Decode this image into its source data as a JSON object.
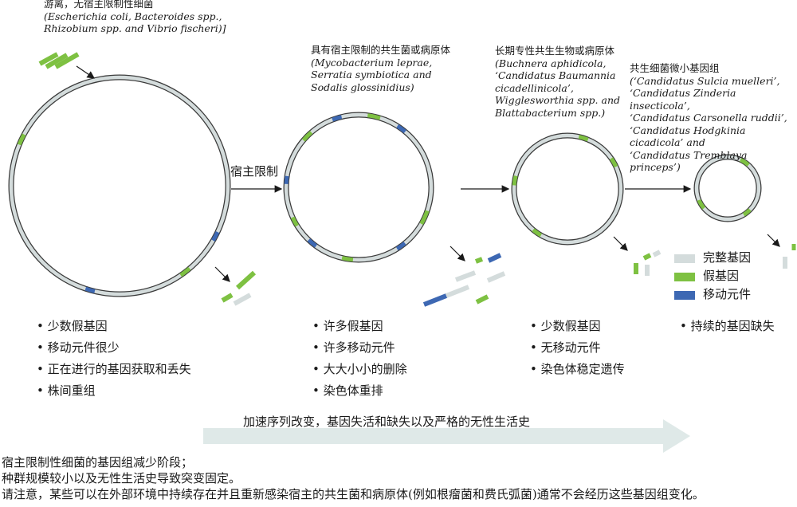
{
  "stage1": {
    "caption": [
      "游离，无宿主限制性细菌",
      "(Escherichia coli, Bacteroides spp.,",
      "Rhizobium spp. and Vibrio fischeri)]"
    ],
    "bullets": [
      "少数假基因",
      "移动元件很少",
      "正在进行的基因获取和丢失",
      "株间重组"
    ]
  },
  "arrow_label": "宿主限制",
  "stage2": {
    "caption": [
      "具有宿主限制的共生菌或病原体",
      "(Mycobacterium leprae,",
      "Serratia symbiotica and",
      "Sodalis glossinidius)"
    ],
    "bullets": [
      "许多假基因",
      "许多移动元件",
      "大大小小的删除",
      "染色体重排"
    ]
  },
  "stage3": {
    "caption": [
      "长期专性共生生物或病原体",
      "(Buchnera aphidicola,",
      "‘Candidatus Baumannia",
      "cicadellinicola’,",
      "Wigglesworthia spp. and",
      "Blattabacterium spp.)"
    ],
    "bullets": [
      "少数假基因",
      "无移动元件",
      "染色体稳定遗传"
    ]
  },
  "stage4": {
    "caption": [
      "共生细菌微小基因组",
      "(‘Candidatus Sulcia muelleri’,",
      "‘Candidatus Zinderia insecticola’,",
      "‘Candidatus Carsonella ruddii’,",
      "‘Candidatus Hodgkinia cicadicola’ and",
      "‘Candidatus Tremblaya princeps’)"
    ],
    "bullets": [
      "持续的基因缺失"
    ]
  },
  "legend": {
    "intact": "完整基因",
    "pseudo": "假基因",
    "mobile": "移动元件"
  },
  "colors": {
    "intact": "#d4dcdc",
    "pseudo": "#7ec142",
    "mobile": "#3d68b3",
    "big_arrow": "#dfe9e8"
  },
  "big_arrow_label": "加速序列改变，基因失活和缺失以及严格的无性生活史",
  "footer": [
    "宿主限制性细菌的基因组减少阶段；",
    "种群规模较小以及无性生活史导致突变固定。",
    "请注意，某些可以在外部环境中持续存在并且重新感染宿主的共生菌和病原体(例如根瘤菌和费氏弧菌)通常不会经历这些基因组变化。"
  ]
}
